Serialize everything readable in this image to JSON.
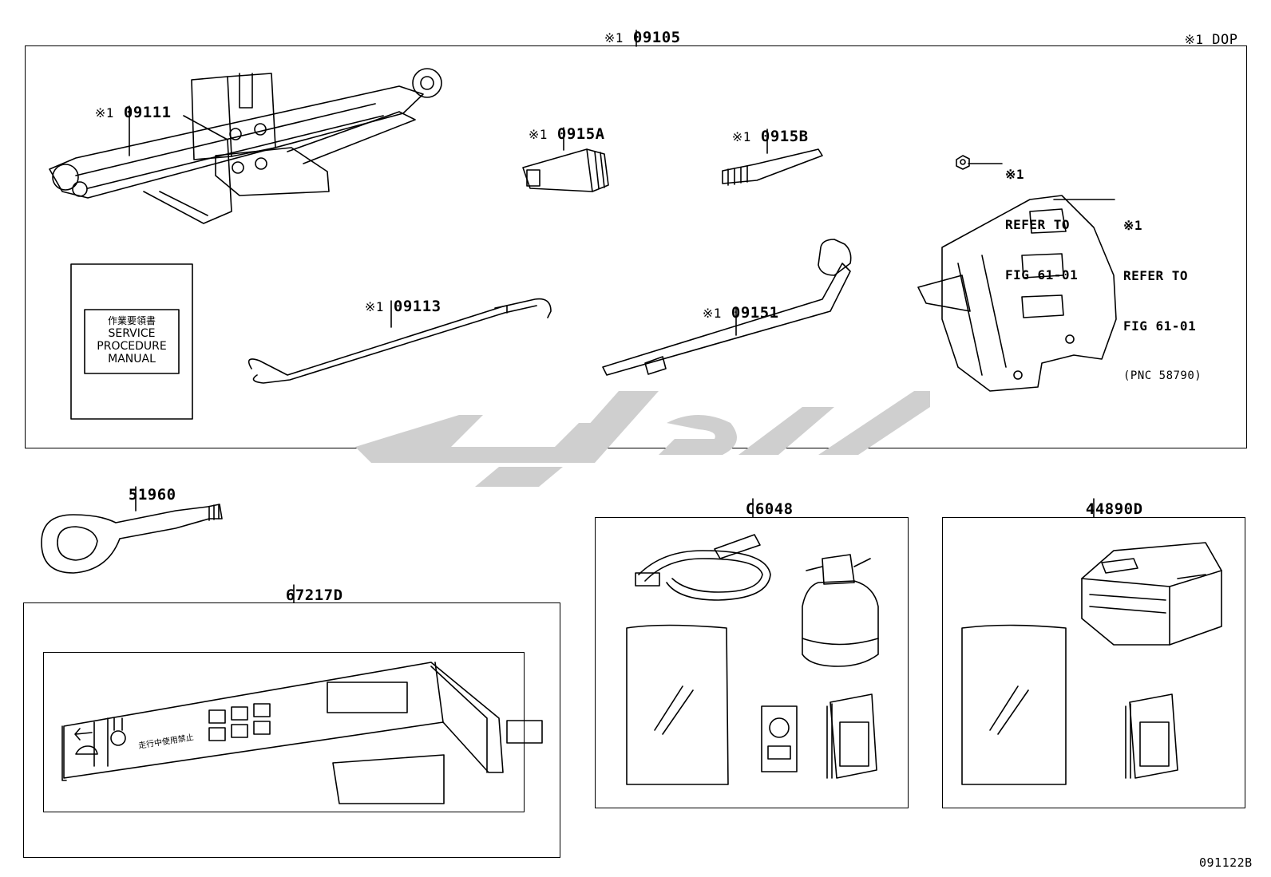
{
  "header": {
    "legend_mark": "※1",
    "legend_text": "DOP",
    "assembly_mark": "※1",
    "assembly_number": "09105"
  },
  "parts": {
    "jack": {
      "mark": "※1",
      "number": "09111"
    },
    "adapter_a": {
      "mark": "※1",
      "number": "0915A"
    },
    "adapter_b": {
      "mark": "※1",
      "number": "0915B"
    },
    "handle": {
      "mark": "※1",
      "number": "09113"
    },
    "lug_wrench": {
      "mark": "※1",
      "number": "09151"
    },
    "towing_eye": {
      "number": "51960"
    },
    "bracket_label": {
      "number": "67217D"
    },
    "repair_kit": {
      "number": "C6048"
    },
    "compressor_kit": {
      "number": "44890D"
    }
  },
  "refer_nut": {
    "mark": "※1",
    "line1": "REFER TO",
    "line2": "FIG 61-01"
  },
  "refer_bracket": {
    "mark": "※1",
    "line1": "REFER TO",
    "line2": "FIG 61-01",
    "line3": "(PNC 58790)"
  },
  "manual": {
    "jp": "作業要領書",
    "line1": "SERVICE",
    "line2": "PROCEDURE",
    "line3": "MANUAL"
  },
  "label_text_jp": "走行中使用禁止",
  "figure_code": "091122B",
  "colors": {
    "line": "#000000",
    "watermark": "#cfcfcf"
  }
}
